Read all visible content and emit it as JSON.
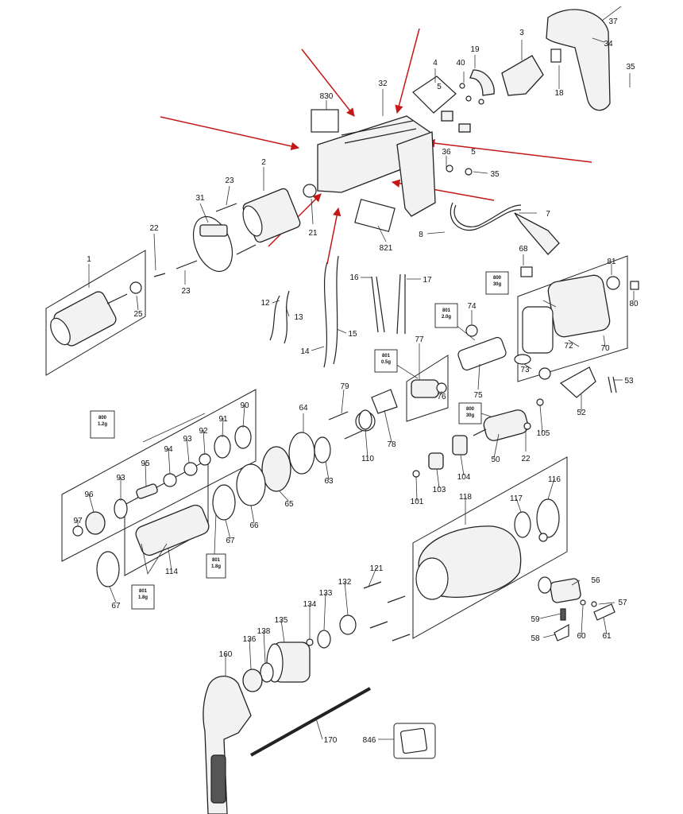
{
  "diagram": {
    "type": "exploded-parts-view",
    "callouts": [
      "1",
      "2",
      "3",
      "4",
      "5",
      "5",
      "7",
      "8",
      "12",
      "13",
      "14",
      "15",
      "16",
      "17",
      "18",
      "19",
      "21",
      "22",
      "22",
      "23",
      "23",
      "25",
      "31",
      "32",
      "34",
      "35",
      "35",
      "36",
      "37",
      "40",
      "50",
      "52",
      "53",
      "56",
      "57",
      "58",
      "59",
      "60",
      "61",
      "63",
      "64",
      "65",
      "66",
      "67",
      "67",
      "68",
      "70",
      "72",
      "73",
      "74",
      "75",
      "76",
      "77",
      "78",
      "79",
      "80",
      "81",
      "90",
      "91",
      "92",
      "93",
      "93",
      "94",
      "95",
      "96",
      "97",
      "101",
      "103",
      "104",
      "105",
      "110",
      "114",
      "116",
      "117",
      "118",
      "121",
      "132",
      "133",
      "134",
      "135",
      "136",
      "138",
      "160",
      "170",
      "821",
      "830",
      "846"
    ],
    "grease_labels": [
      {
        "code": "800",
        "amount": "30g"
      },
      {
        "code": "801",
        "amount": "2.0g"
      },
      {
        "code": "801",
        "amount": "0.5g"
      },
      {
        "code": "800",
        "amount": "1.2g"
      },
      {
        "code": "800",
        "amount": "30g"
      },
      {
        "code": "801",
        "amount": "1.8g"
      },
      {
        "code": "801",
        "amount": "1.8g"
      }
    ],
    "colors": {
      "arrow": "#c41818",
      "line": "#222222",
      "background": "#ffffff"
    }
  }
}
